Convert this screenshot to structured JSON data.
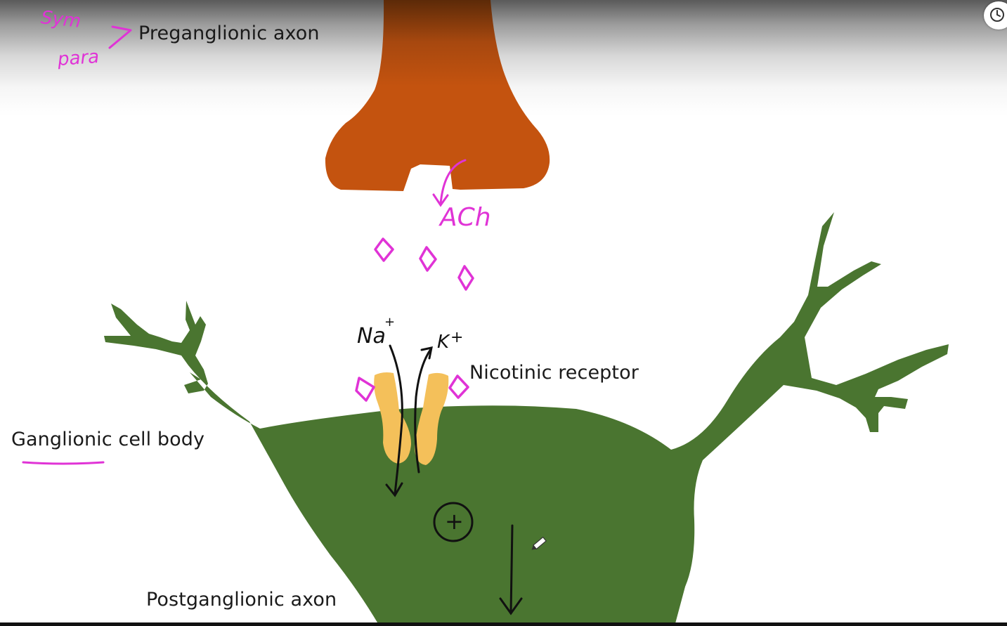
{
  "labels": {
    "preganglionic": "Preganglionic axon",
    "nicotinic": "Nicotinic receptor",
    "ganglionic": "Ganglionic cell body",
    "postganglionic": "Postganglionic axon"
  },
  "annotations": {
    "sym": "Sym",
    "para": "para",
    "ach": "ACh",
    "na": "Na",
    "na_charge": "+",
    "k": "K",
    "k_charge": "+",
    "plus": "+"
  },
  "colors": {
    "axon_terminal": "#c4530f",
    "cell_body": "#4a7530",
    "receptor": "#f4c05a",
    "annotation_pink": "#e033d6"
  }
}
